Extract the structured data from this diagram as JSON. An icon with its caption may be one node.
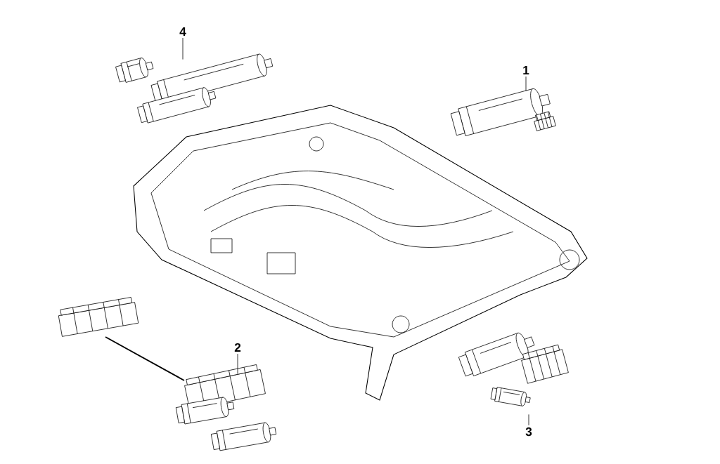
{
  "diagram": {
    "nodes": [
      {
        "text": [
          "4"
        ]
      },
      {
        "text": [
          "1"
        ]
      },
      {
        "text": [
          "2"
        ]
      },
      {
        "text": [
          "3"
        ]
      },
      {
        "text": [],
        "shape": "picture"
      },
      {
        "text": [],
        "shape": "picture"
      },
      {
        "text": [],
        "shape": "picture"
      },
      {
        "text": [],
        "shape": "picture"
      }
    ],
    "edges": [
      {
        "from": 0,
        "to": 4,
        "arrow": "none"
      },
      {
        "from": 1,
        "to": 5,
        "arrow": "none"
      },
      {
        "from": 2,
        "to": 6,
        "arrow": "none"
      },
      {
        "from": 3,
        "to": 7,
        "arrow": "none"
      }
    ]
  }
}
